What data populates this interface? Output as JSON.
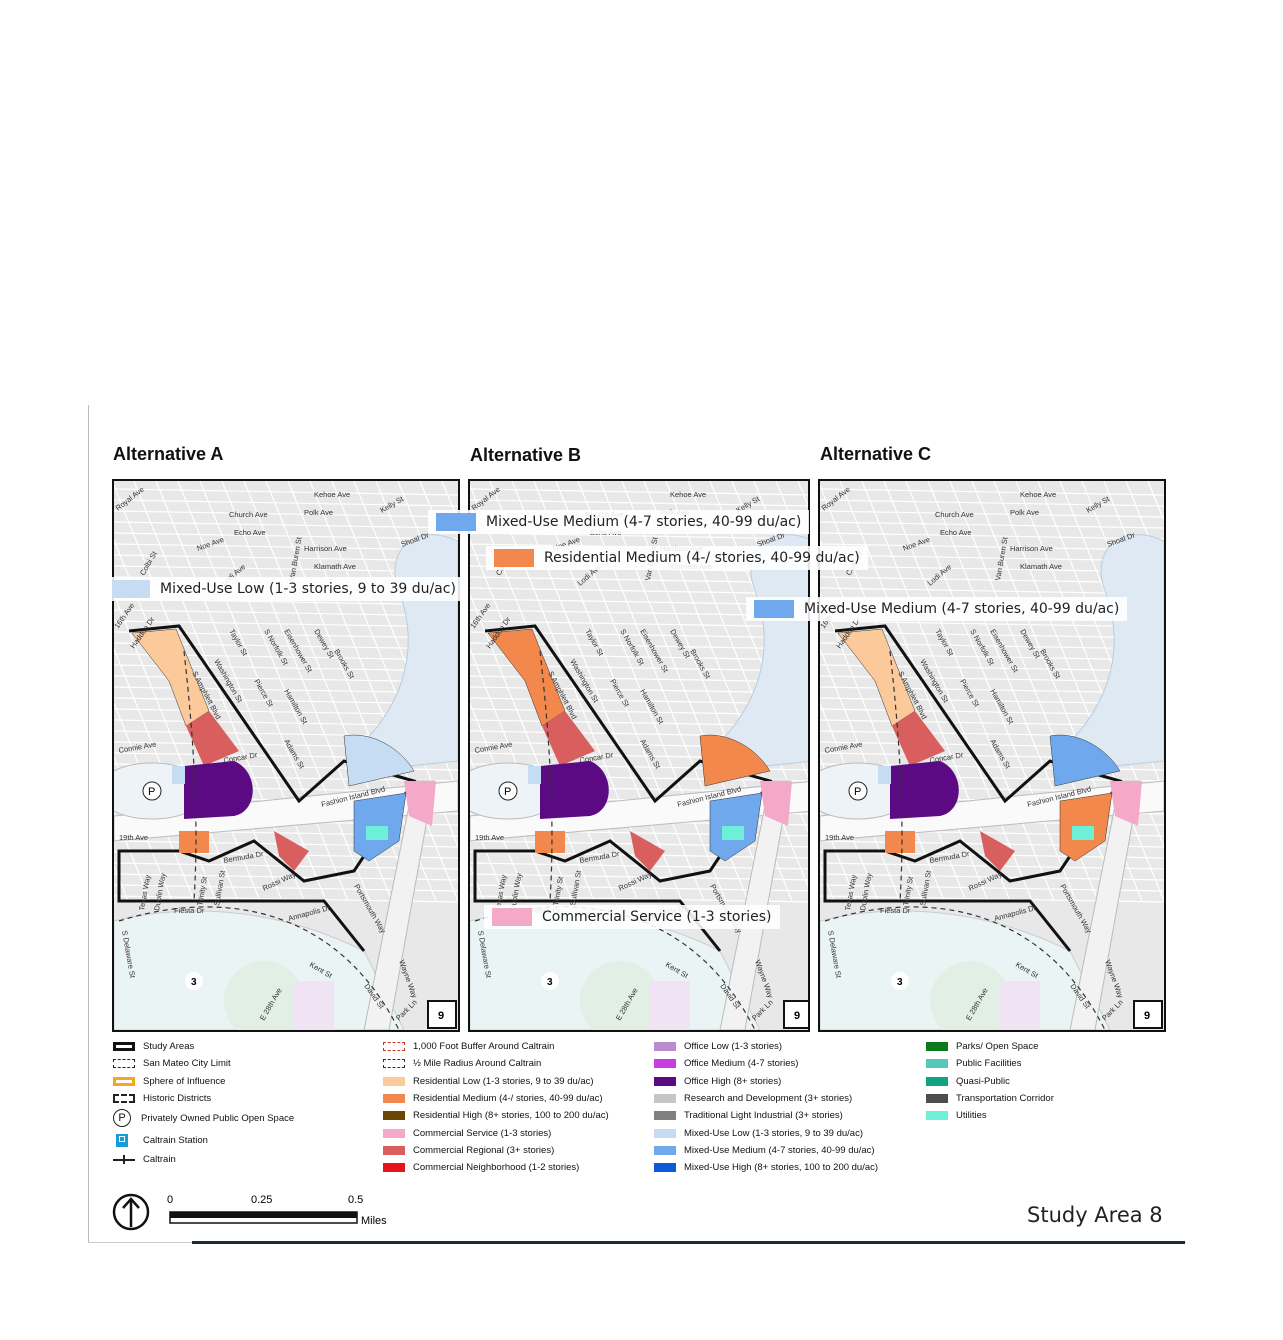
{
  "panels": [
    {
      "title": "Alternative A"
    },
    {
      "title": "Alternative B"
    },
    {
      "title": "Alternative C"
    }
  ],
  "streets": {
    "kehoe": "Kehoe Ave",
    "royal": "Royal Ave",
    "church": "Church Ave",
    "polk": "Polk Ave",
    "kelly": "Kelly St",
    "echo": "Echo Ave",
    "noe": "Noe Ave",
    "harrison": "Harrison Ave",
    "klamath": "Klamath Ave",
    "shoal": "Shoal Dr",
    "sixteenth": "16th Ave",
    "haddon": "Haddon Dr",
    "amphlett": "S Amphlett Blvd",
    "concar": "Concar Dr",
    "fashion": "Fashion Island Blvd",
    "connie": "Connie Ave",
    "nineteenth": "19th Ave",
    "bermuda": "Bermuda Dr",
    "fiesta": "Fiesta Dr",
    "rossi": "Rossi Way",
    "delaware": "S Delaware St",
    "twentyeighth": "E 28th Ave",
    "kent": "Kent St",
    "david": "David St",
    "parkln": "Park Ln",
    "wayne": "Wayne Way",
    "washington": "Washington St",
    "pierce": "Pierce St",
    "norfolk": "S Norfolk St",
    "eisenhower": "Eisenhower St",
    "dewey": "Dewey St",
    "brooks": "Brooks St",
    "adams": "Adams St",
    "taylor": "Taylor St",
    "hamilton": "Hamilton St",
    "annapolis": "Annapolis Dr",
    "texas": "Texas Way",
    "dublin": "Dublin Way",
    "trinity": "Trinity St",
    "sullivan": "Sullivan St",
    "portsmouth": "Portsmouth Way",
    "lodi": "Lodi Ave",
    "colbi": "Colbi St",
    "vanburen": "Van Buren St",
    "area3": "3",
    "area9": "9"
  },
  "callouts": {
    "a_mixed_low": "Mixed-Use Low (1-3 stories, 9 to 39 du/ac)",
    "b_mixed_medium": "Mixed-Use Medium (4-7 stories, 40-99 du/ac)",
    "b_res_medium": "Residential Medium (4-/ stories, 40-99 du/ac)",
    "b_commercial_service": "Commercial Service (1-3 stories)",
    "c_mixed_medium": "Mixed-Use Medium (4-7 stories, 40-99 du/ac)"
  },
  "legend": {
    "col1": [
      {
        "label": "Study Areas",
        "icon": "study-area-swatch"
      },
      {
        "label": "San Mateo City Limit",
        "icon": "city-limit-swatch"
      },
      {
        "label": "Sphere of Influence",
        "icon": "sphere-swatch"
      },
      {
        "label": "Historic Districts",
        "icon": "historic-swatch"
      },
      {
        "label": "Privately Owned Public Open Space",
        "icon": "parking-p-icon"
      },
      {
        "label": "Caltrain Station",
        "icon": "train-station-icon"
      },
      {
        "label": "Caltrain",
        "icon": "rail-line-icon"
      }
    ],
    "col2": [
      {
        "label": "1,000 Foot Buffer Around Caltrain",
        "color": "#c0392b"
      },
      {
        "label": "½ Mile Radius Around Caltrain",
        "color": "#333333"
      },
      {
        "label": "Residential Low (1-3 stories, 9 to 39 du/ac)",
        "color": "#fbc99a"
      },
      {
        "label": "Residential Medium (4-/ stories, 40-99 du/ac)",
        "color": "#f2884b"
      },
      {
        "label": "Residential High (8+ stories, 100 to 200 du/ac)",
        "color": "#6b4706"
      },
      {
        "label": "Commercial Service (1-3 stories)",
        "color": "#f5a9c9"
      },
      {
        "label": "Commercial Regional (3+ stories)",
        "color": "#d95f5f"
      },
      {
        "label": "Commercial Neighborhood (1-2 stories)",
        "color": "#e8141c"
      }
    ],
    "col3": [
      {
        "label": "Office Low (1-3 stories)",
        "color": "#b98ccf"
      },
      {
        "label": "Office Medium (4-7 stories)",
        "color": "#c43ee2"
      },
      {
        "label": "Office High (8+ stories)",
        "color": "#5b0a84"
      },
      {
        "label": "Research and Development (3+ stories)",
        "color": "#c6c6c6"
      },
      {
        "label": "Traditional Light Industrial (3+ stories)",
        "color": "#808080"
      },
      {
        "label": "Mixed-Use Low (1-3 stories, 9 to 39 du/ac)",
        "color": "#c6dcf2"
      },
      {
        "label": "Mixed-Use Medium (4-7 stories, 40-99 du/ac)",
        "color": "#6fa8ec"
      },
      {
        "label": "Mixed-Use High (8+ stories, 100 to 200 du/ac)",
        "color": "#0a5bd8"
      }
    ],
    "col4": [
      {
        "label": "Parks/ Open Space",
        "color": "#0c7a1b"
      },
      {
        "label": "Public Facilities",
        "color": "#58c6b8"
      },
      {
        "label": "Quasi-Public",
        "color": "#11a386"
      },
      {
        "label": "Transportation Corridor",
        "color": "#4d4d4d"
      },
      {
        "label": "Utilities",
        "color": "#6ef0d8"
      }
    ]
  },
  "scale": {
    "t0": "0",
    "t1": "0.25",
    "t2": "0.5",
    "unit": "Miles"
  },
  "footer": {
    "title": "Study Area 8"
  },
  "colors": {
    "res_low": "#fbc99a",
    "res_medium": "#f2884b",
    "com_service": "#f5a9c9",
    "com_regional": "#d95f5f",
    "office_high": "#5b0a84",
    "mixed_low": "#c6dcf2",
    "mixed_medium": "#6fa8ec",
    "utilities": "#6ef0d8"
  }
}
